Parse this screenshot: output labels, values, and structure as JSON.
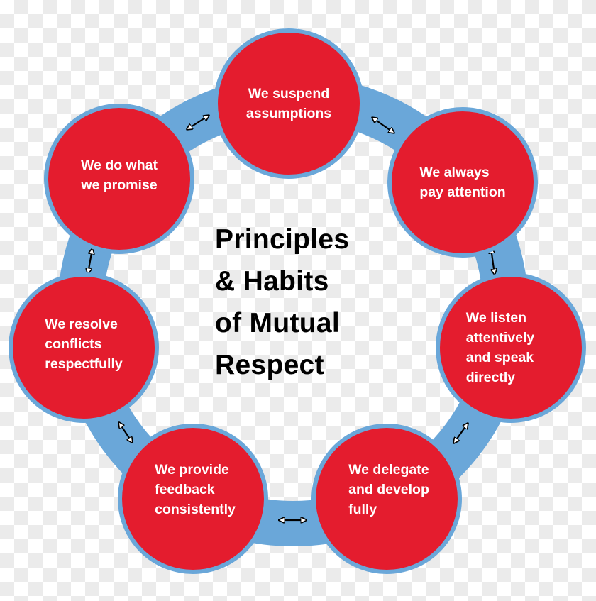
{
  "diagram": {
    "title": "Principles\n& Habits\nof Mutual\nRespect",
    "colors": {
      "node_fill": "#e41c2e",
      "ring_and_border": "#6aa7d9",
      "node_text": "#ffffff",
      "title_text": "#000000",
      "arrow": "#000000"
    },
    "nodes": [
      {
        "id": "suspend-assumptions",
        "label": "We suspend\nassumptions",
        "align": "center"
      },
      {
        "id": "pay-attention",
        "label": "We always\npay attention",
        "align": "center"
      },
      {
        "id": "listen-speak",
        "label": "We listen\nattentively\nand speak\ndirectly",
        "align": "left"
      },
      {
        "id": "delegate-develop",
        "label": "We delegate\nand develop\nfully",
        "align": "left"
      },
      {
        "id": "provide-feedback",
        "label": "We provide\nfeedback\nconsistently",
        "align": "left"
      },
      {
        "id": "resolve-conflicts",
        "label": "We resolve\nconflicts\nrespectfully",
        "align": "left"
      },
      {
        "id": "do-what-promise",
        "label": "We do what\nwe promise",
        "align": "center"
      }
    ],
    "connectors": [
      {
        "from": "do-what-promise",
        "to": "suspend-assumptions",
        "type": "double-arrow"
      },
      {
        "from": "suspend-assumptions",
        "to": "pay-attention",
        "type": "double-arrow"
      },
      {
        "from": "pay-attention",
        "to": "listen-speak",
        "type": "double-arrow"
      },
      {
        "from": "listen-speak",
        "to": "delegate-develop",
        "type": "double-arrow"
      },
      {
        "from": "delegate-develop",
        "to": "provide-feedback",
        "type": "double-arrow"
      },
      {
        "from": "provide-feedback",
        "to": "resolve-conflicts",
        "type": "double-arrow"
      },
      {
        "from": "resolve-conflicts",
        "to": "do-what-promise",
        "type": "double-arrow"
      }
    ]
  }
}
